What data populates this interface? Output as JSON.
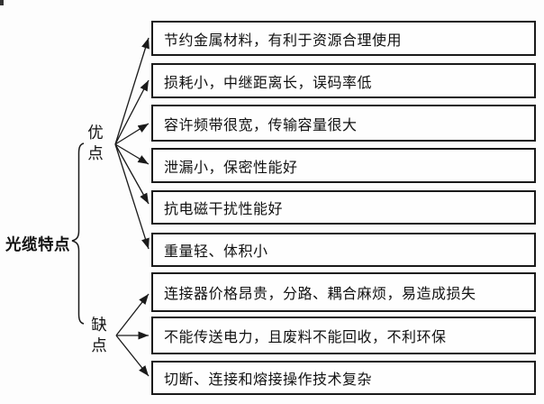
{
  "diagram": {
    "root_label": "光缆特点",
    "branches": [
      {
        "label": "优点",
        "items": [
          "节约金属材料，有利于资源合理使用",
          "损耗小，中继距离长，误码率低",
          "容许频带很宽，传输容量很大",
          "泄漏小，保密性能好",
          "抗电磁干扰性能好",
          "重量轻、体积小"
        ]
      },
      {
        "label": "缺点",
        "items": [
          "连接器价格昂贵，分路、耦合麻烦，易造成损失",
          "不能传送电力，且废料不能回收，不利环保",
          "切断、连接和熔接操作技术复杂"
        ]
      }
    ]
  },
  "colors": {
    "line": "#1a1a1a",
    "background": "#fdfdfd",
    "box_background": "#fefefe",
    "text": "#111111"
  }
}
